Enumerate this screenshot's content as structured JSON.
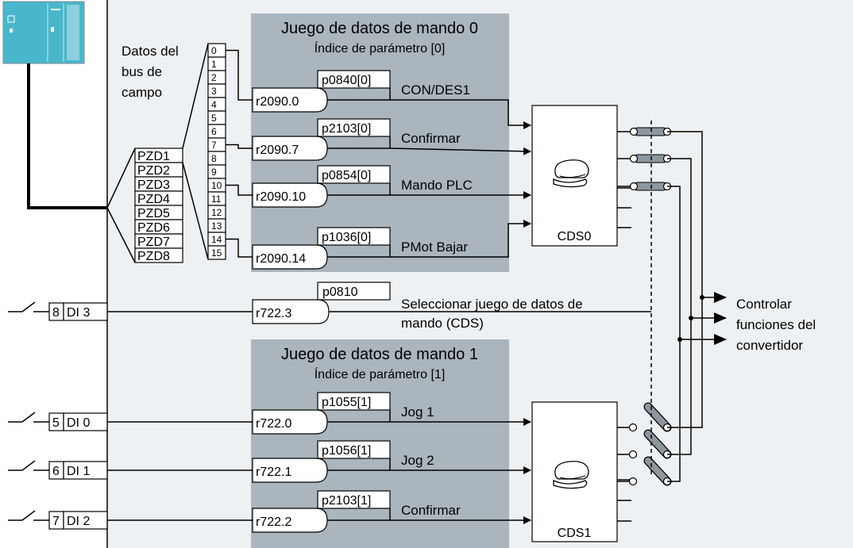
{
  "fieldbus": {
    "label_lines": [
      "Datos del",
      "bus de",
      "campo"
    ],
    "pzd": [
      "PZD1",
      "PZD2",
      "PZD3",
      "PZD4",
      "PZD5",
      "PZD6",
      "PZD7",
      "PZD8"
    ],
    "bits": [
      "0",
      "1",
      "2",
      "3",
      "4",
      "5",
      "6",
      "7",
      "8",
      "9",
      "10",
      "11",
      "12",
      "13",
      "14",
      "15"
    ]
  },
  "cds0_panel": {
    "title": "Juego de datos de mando 0",
    "subtitle": "Índice de parámetro [0]",
    "rows": [
      {
        "param": "p0840[0]",
        "source": "r2090.0",
        "signal": "CON/DES1"
      },
      {
        "param": "p2103[0]",
        "source": "r2090.7",
        "signal": "Confirmar"
      },
      {
        "param": "p0854[0]",
        "source": "r2090.10",
        "signal": "Mando PLC"
      },
      {
        "param": "p1036[0]",
        "source": "r2090.14",
        "signal": "PMot Bajar"
      }
    ]
  },
  "selector": {
    "param": "p0810",
    "source": "r722.3",
    "signal_line1": "Seleccionar juego de datos de",
    "signal_line2": "mando (CDS)"
  },
  "digital_inputs": [
    {
      "terminal": "8",
      "name": "DI 3"
    },
    {
      "terminal": "5",
      "name": "DI 0"
    },
    {
      "terminal": "6",
      "name": "DI 1"
    },
    {
      "terminal": "7",
      "name": "DI 2"
    }
  ],
  "cds1_panel": {
    "title": "Juego de datos de mando 1",
    "subtitle": "Índice de parámetro [1]",
    "rows": [
      {
        "param": "p1055[1]",
        "source": "r722.0",
        "signal": "Jog 1"
      },
      {
        "param": "p1056[1]",
        "source": "r722.1",
        "signal": "Jog 2"
      },
      {
        "param": "p2103[1]",
        "source": "r722.2",
        "signal": "Confirmar"
      }
    ]
  },
  "cds_blocks": [
    "CDS0",
    "CDS1"
  ],
  "output_lines": [
    "Controlar",
    "funciones del",
    "convertidor"
  ],
  "colors": {
    "panel_gray": "#aab5bd",
    "background": "#eef1f3",
    "plc_cyan": "#48b7cc",
    "switch_gray": "#8d979e"
  }
}
